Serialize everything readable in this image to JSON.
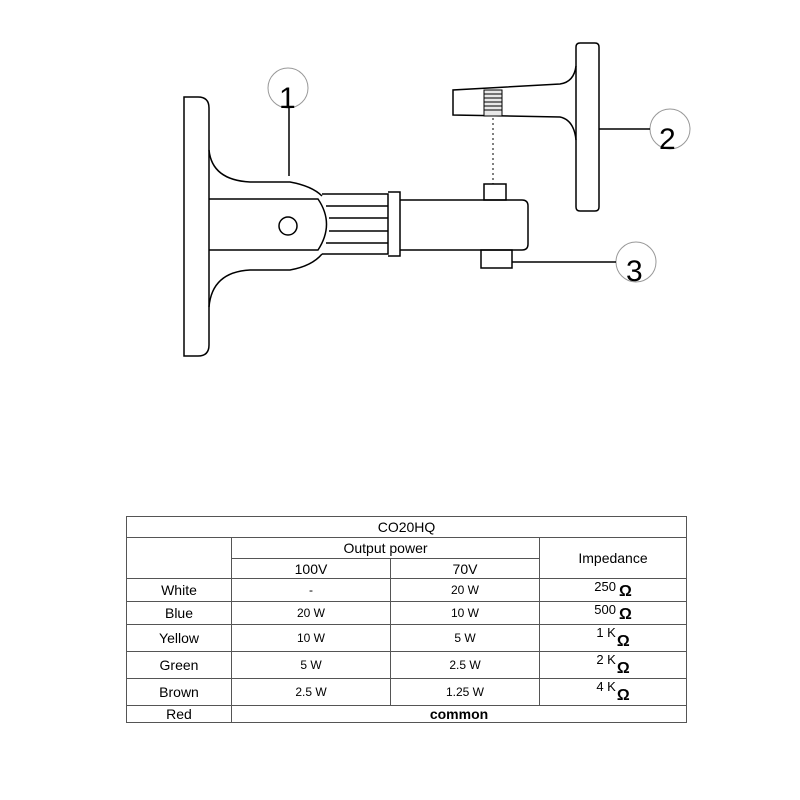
{
  "callouts": {
    "1": "1",
    "2": "2",
    "3": "3"
  },
  "table": {
    "title": "CO20HQ",
    "output_power_header": "Output power",
    "impedance_header": "Impedance",
    "voltage_headers": [
      "100V",
      "70V"
    ],
    "ohm_symbol": "Ω",
    "rows": [
      {
        "color": "White",
        "w100": "-",
        "w70": "20 W",
        "impedance": "250"
      },
      {
        "color": "Blue",
        "w100": "20 W",
        "w70": "10 W",
        "impedance": "500"
      },
      {
        "color": "Yellow",
        "w100": "10 W",
        "w70": "5 W",
        "impedance": "1 K"
      },
      {
        "color": "Green",
        "w100": "5 W",
        "w70": "2.5 W",
        "impedance": "2 K"
      },
      {
        "color": "Brown",
        "w100": "2.5 W",
        "w70": "1.25 W",
        "impedance": "4 K"
      }
    ],
    "last_row": {
      "color": "Red",
      "value": "common"
    }
  }
}
